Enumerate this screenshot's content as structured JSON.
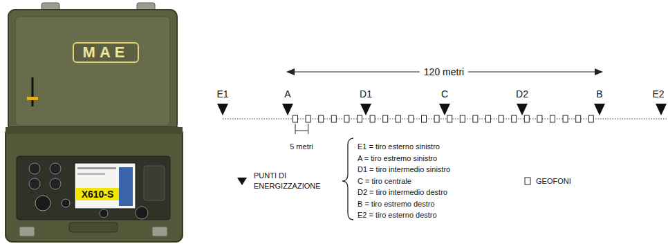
{
  "diagram": {
    "labels": [
      "MAE",
      "X610-S",
      "120 metri",
      "E1",
      "A",
      "D1",
      "C",
      "D2",
      "B",
      "E2",
      "5 metri",
      "E1 = tiro esterno sinistro",
      "A = tiro estremo sinistro",
      "D1 = tiro intermedio sinistro",
      "C = tiro centrale",
      "D2 = tiro intermedio destro",
      "B = tiro estremo destro",
      "E2 = tiro esterno destro"
    ],
    "legend": [
      {
        "text": "PUNTI DI ENERGIZZAZIONE"
      },
      {
        "text": "GEOFONI"
      }
    ]
  }
}
